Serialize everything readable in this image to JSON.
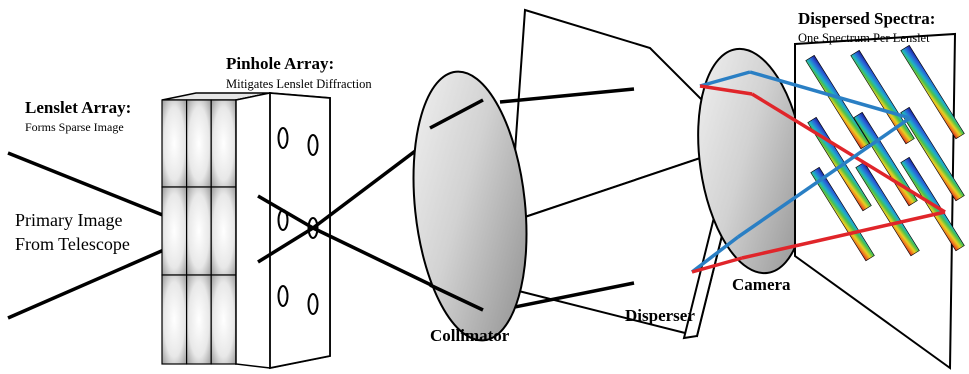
{
  "labels": {
    "lenslet_title": "Lenslet Array:",
    "lenslet_sub": "Forms Sparse Image",
    "pinhole_title": "Pinhole Array:",
    "pinhole_sub": "Mitigates Lenslet Diffraction",
    "primary_line1": "Primary Image",
    "primary_line2": "From Telescope",
    "collimator": "Collimator",
    "disperser": "Disperser",
    "camera": "Camera",
    "spectra_title": "Dispersed Spectra:",
    "spectra_sub": "One Spectrum Per Lenslet"
  },
  "colors": {
    "ray": "#000000",
    "blue_ray": "#2a7fc4",
    "red_ray": "#e0252a",
    "lens_fill": "#c8c8c8",
    "spectrum_start": "#1a1a8c",
    "spectrum_end": "#c81e1e"
  }
}
